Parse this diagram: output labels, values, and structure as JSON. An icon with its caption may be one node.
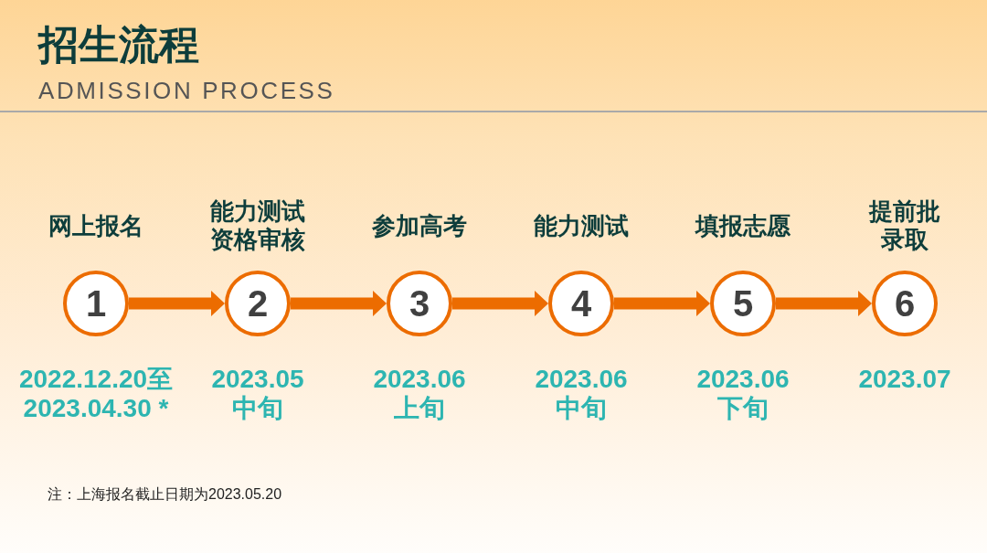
{
  "diagram": {
    "title": "招生流程",
    "nodes": [
      {
        "text": [
          "1"
        ],
        "beside": [
          "网上报名",
          "2022.12.20至2023.04.30 *"
        ]
      },
      {
        "text": [
          "2"
        ],
        "beside": [
          "能力测试资格审核",
          "2023.05中旬"
        ]
      },
      {
        "text": [
          "3"
        ],
        "beside": [
          "参加高考",
          "2023.06上旬"
        ]
      },
      {
        "text": [
          "4"
        ],
        "beside": [
          "能力测试",
          "2023.06中旬"
        ]
      },
      {
        "text": [
          "5"
        ],
        "beside": [
          "填报志愿",
          "2023.06下旬"
        ]
      },
      {
        "text": [
          "6"
        ],
        "beside": [
          "提前批录取",
          "2023.07"
        ]
      }
    ],
    "edges": [
      {
        "from": 0,
        "to": 1,
        "arrow": "to"
      },
      {
        "from": 1,
        "to": 2,
        "arrow": "to"
      },
      {
        "from": 2,
        "to": 3,
        "arrow": "to"
      },
      {
        "from": 3,
        "to": 4,
        "arrow": "to"
      },
      {
        "from": 4,
        "to": 5,
        "arrow": "to"
      }
    ],
    "labels": [
      "ADMISSION PROCESS",
      "注：上海报名截止日期为2023.05.20"
    ]
  }
}
